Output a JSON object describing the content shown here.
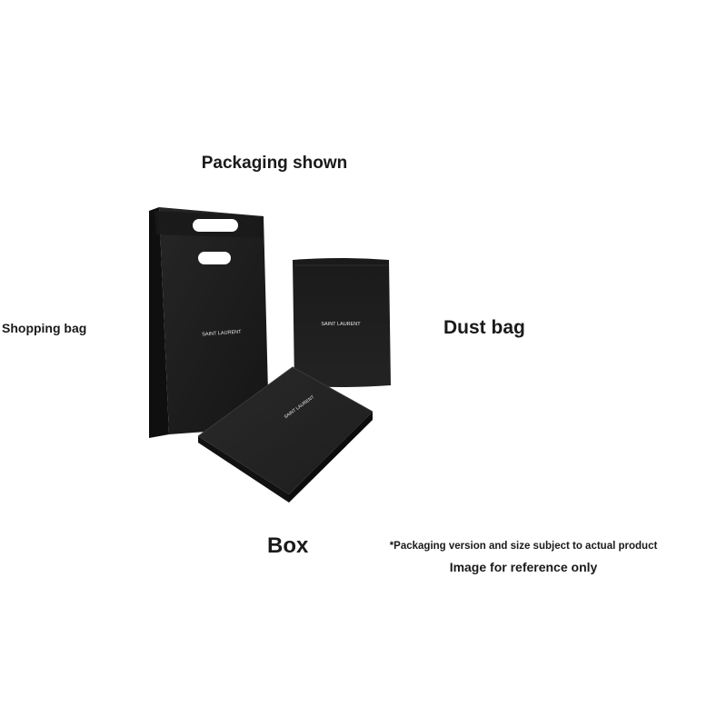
{
  "labels": {
    "title": "Packaging shown",
    "shopping_bag": "Shopping bag",
    "dust_bag": "Dust bag",
    "box": "Box",
    "disclaimer": "*Packaging version and size subject to actual product",
    "reference_note": "Image for reference only"
  },
  "brand_mark": "SAINT LAURENT",
  "colors": {
    "background": "#ffffff",
    "packaging": "#1c1c1c",
    "text": "#1a1a1a",
    "logo": "#e8e8e8"
  }
}
